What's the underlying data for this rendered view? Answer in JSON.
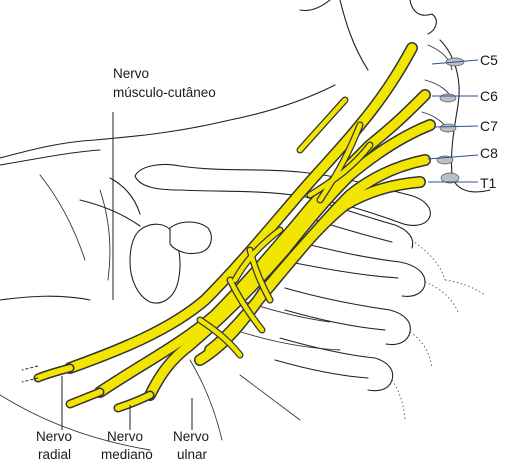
{
  "labels": {
    "musculocutaneous_line1": "Nervo",
    "musculocutaneous_line2": "músculo-cutâneo",
    "radial_line1": "Nervo",
    "radial_line2": "radial",
    "median_line1": "Nervo",
    "median_line2": "mediano",
    "ulnar_line1": "Nervo",
    "ulnar_line2": "ulnar"
  },
  "roots": [
    "C5",
    "C6",
    "C7",
    "C8",
    "T1"
  ],
  "colors": {
    "nerve": "#f2e600",
    "outline": "#222222",
    "root_leader": "#2f4f8f"
  }
}
